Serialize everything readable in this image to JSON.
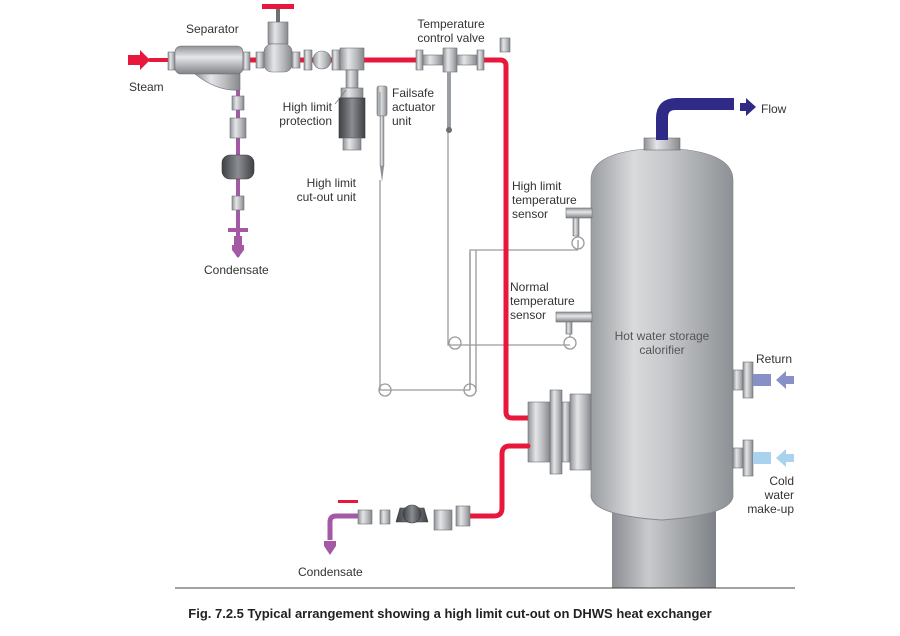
{
  "labels": {
    "separator": "Separator",
    "steam": "Steam",
    "temp_control_valve": [
      "Temperature",
      "control valve"
    ],
    "high_limit_protection": [
      "High limit",
      "protection"
    ],
    "failsafe_actuator": [
      "Failsafe",
      "actuator",
      "unit"
    ],
    "high_limit_cutout": [
      "High limit",
      "cut-out unit"
    ],
    "condensate_top": "Condensate",
    "high_limit_sensor": [
      "High limit",
      "temperature",
      "sensor"
    ],
    "normal_sensor": [
      "Normal",
      "temperature",
      "sensor"
    ],
    "calorifier": [
      "Hot water storage",
      "calorifier"
    ],
    "flow": "Flow",
    "return": "Return",
    "cold_water": [
      "Cold",
      "water",
      "make-up"
    ],
    "condensate_bottom": "Condensate"
  },
  "caption": "Fig. 7.2.5 Typical arrangement showing a high limit cut-out on DHWS heat exchanger",
  "colors": {
    "steam": "#e8173c",
    "condensate": "#a459a4",
    "flow": "#2e2a86",
    "return": "#8890c8",
    "cold": "#a9d2ee",
    "vessel": "#b9bbbe",
    "capillary": "#9a9a9a"
  }
}
